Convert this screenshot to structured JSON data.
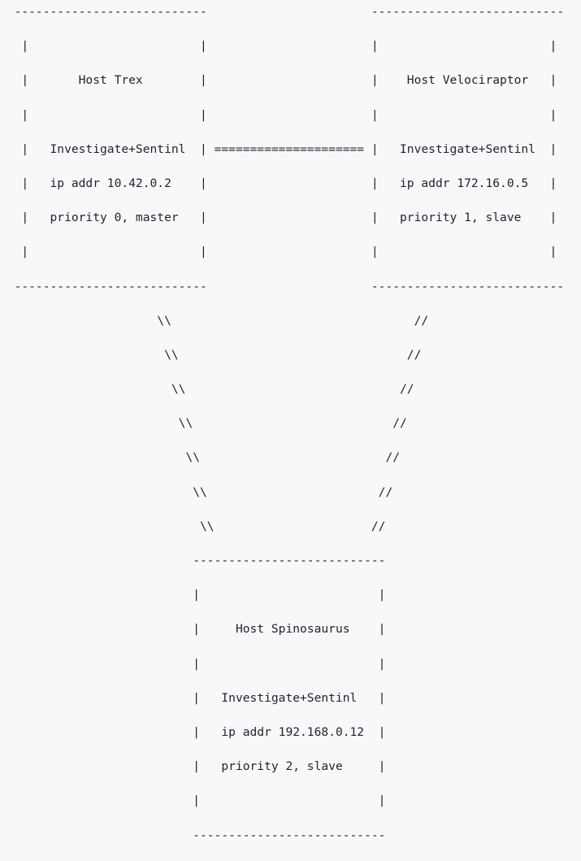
{
  "page": {
    "background_color": "#f6f8fa",
    "text_color": "#1f2328"
  },
  "diagram": {
    "type": "ascii-network-topology",
    "hosts": [
      {
        "name": "Host Trex",
        "software": "Investigate+Sentinl",
        "ip": "ip addr 10.42.0.2",
        "priority": "priority 0, master"
      },
      {
        "name": "Host Velociraptor",
        "software": "Investigate+Sentinl",
        "ip": "ip addr 172.16.0.5",
        "priority": "priority 1, slave"
      },
      {
        "name": "Host Spinosaurus",
        "software": "Investigate+Sentinl",
        "ip": "ip addr 192.168.0.12",
        "priority": "priority 2, slave"
      }
    ],
    "links": [
      {
        "from": "Host Trex",
        "to": "Host Velociraptor",
        "glyph": "====================="
      },
      {
        "from": "Host Trex",
        "to": "Host Spinosaurus",
        "glyph": "\\\\"
      },
      {
        "from": "Host Velociraptor",
        "to": "Host Spinosaurus",
        "glyph": "//"
      }
    ],
    "lines": [
      "  ---------------------------                       ---------------------------",
      "   |                        |                       |                        |",
      "   |       Host Trex        |                       |    Host Velociraptor   |",
      "   |                        |                       |                        |",
      "   |   Investigate+Sentinl  | ===================== |   Investigate+Sentinl  |",
      "   |   ip addr 10.42.0.2    |                       |   ip addr 172.16.0.5   |",
      "   |   priority 0, master   |                       |   priority 1, slave    |",
      "   |                        |                       |                        |",
      "  ---------------------------                       ---------------------------",
      "                      \\\\                                  //",
      "                       \\\\                                //",
      "                        \\\\                              //",
      "                         \\\\                            //",
      "                          \\\\                          //",
      "                           \\\\                        //",
      "                            \\\\                      //",
      "                           ---------------------------",
      "                           |                         |",
      "                           |     Host Spinosaurus    |",
      "                           |                         |",
      "                           |   Investigate+Sentinl   |",
      "                           |   ip addr 192.168.0.12  |",
      "                           |   priority 2, slave     |",
      "                           |                         |",
      "                           ---------------------------"
    ]
  }
}
